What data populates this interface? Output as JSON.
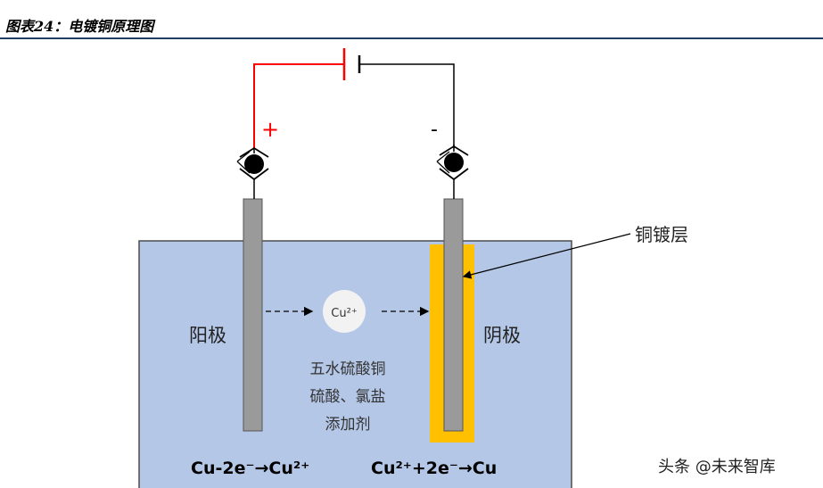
{
  "figure": {
    "title": "图表24：电镀铜原理图"
  },
  "labels": {
    "anode": "阳极",
    "cathode": "阴极",
    "plating_layer": "铜镀层",
    "positive": "+",
    "negative": "-",
    "ion": "Cu²⁺",
    "electrolyte_lines": [
      "五水硫酸铜",
      "硫酸、氯盐",
      "添加剂"
    ],
    "anode_reaction": "Cu-2e⁻→Cu²⁺",
    "cathode_reaction": "Cu²⁺+2e⁻→Cu"
  },
  "watermark": "头条 @未来智库",
  "colors": {
    "electrolyte": "#b4c7e7",
    "electrode": "#9a9a9a",
    "plating": "#ffc000",
    "positive_wire": "#ff0000",
    "wire": "#000000",
    "ion_circle": "#f2f2f2"
  }
}
